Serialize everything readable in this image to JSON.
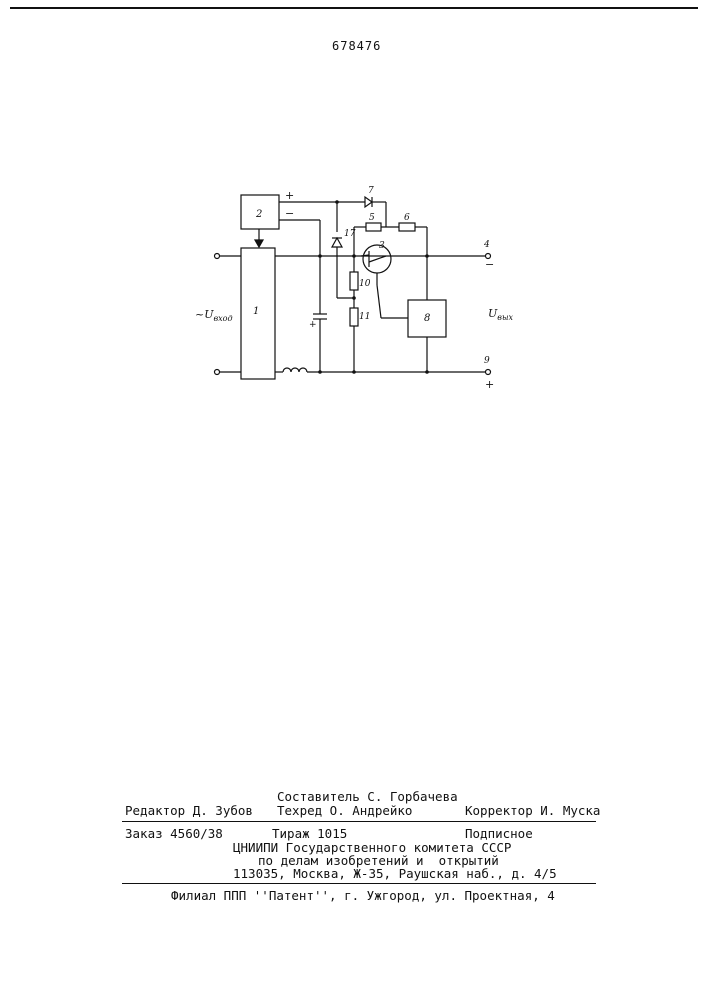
{
  "header": {
    "patent_number": "678476"
  },
  "schematic": {
    "block_labels": {
      "b1": "1",
      "b2": "2",
      "b8": "8"
    },
    "component_labels": {
      "transistor": "3",
      "terminal_4": "4",
      "r5": "5",
      "r6": "6",
      "diode_7": "7",
      "terminal_9": "9",
      "r10": "10",
      "r11": "11",
      "diode_17": "17"
    },
    "polarity": {
      "b2_plus": "+",
      "b2_minus": "−",
      "cap_plus": "+",
      "out_minus": "−",
      "out_plus": "+"
    },
    "input_label": "~U",
    "input_subscript": "вход",
    "output_label": "U",
    "output_subscript": "вых"
  },
  "imprint": {
    "compiler": "Составитель С. Горбачева",
    "editor": "Редактор Д. Зубов",
    "techred": "Техред О. Андрейко",
    "corrector": "Корректор И. Муска",
    "order": "Заказ 4560/38",
    "circulation": "Тираж 1015",
    "subscription": "Подписное",
    "org_1": "ЦНИИПИ Государственного комитета СССР",
    "org_2": "по делам изобретений и  открытий",
    "address": "113035, Москва, Ж-35, Раушская наб., д. 4/5",
    "branch": "Филиал ППП ''Патент'', г. Ужгород, ул. Проектная, 4"
  }
}
